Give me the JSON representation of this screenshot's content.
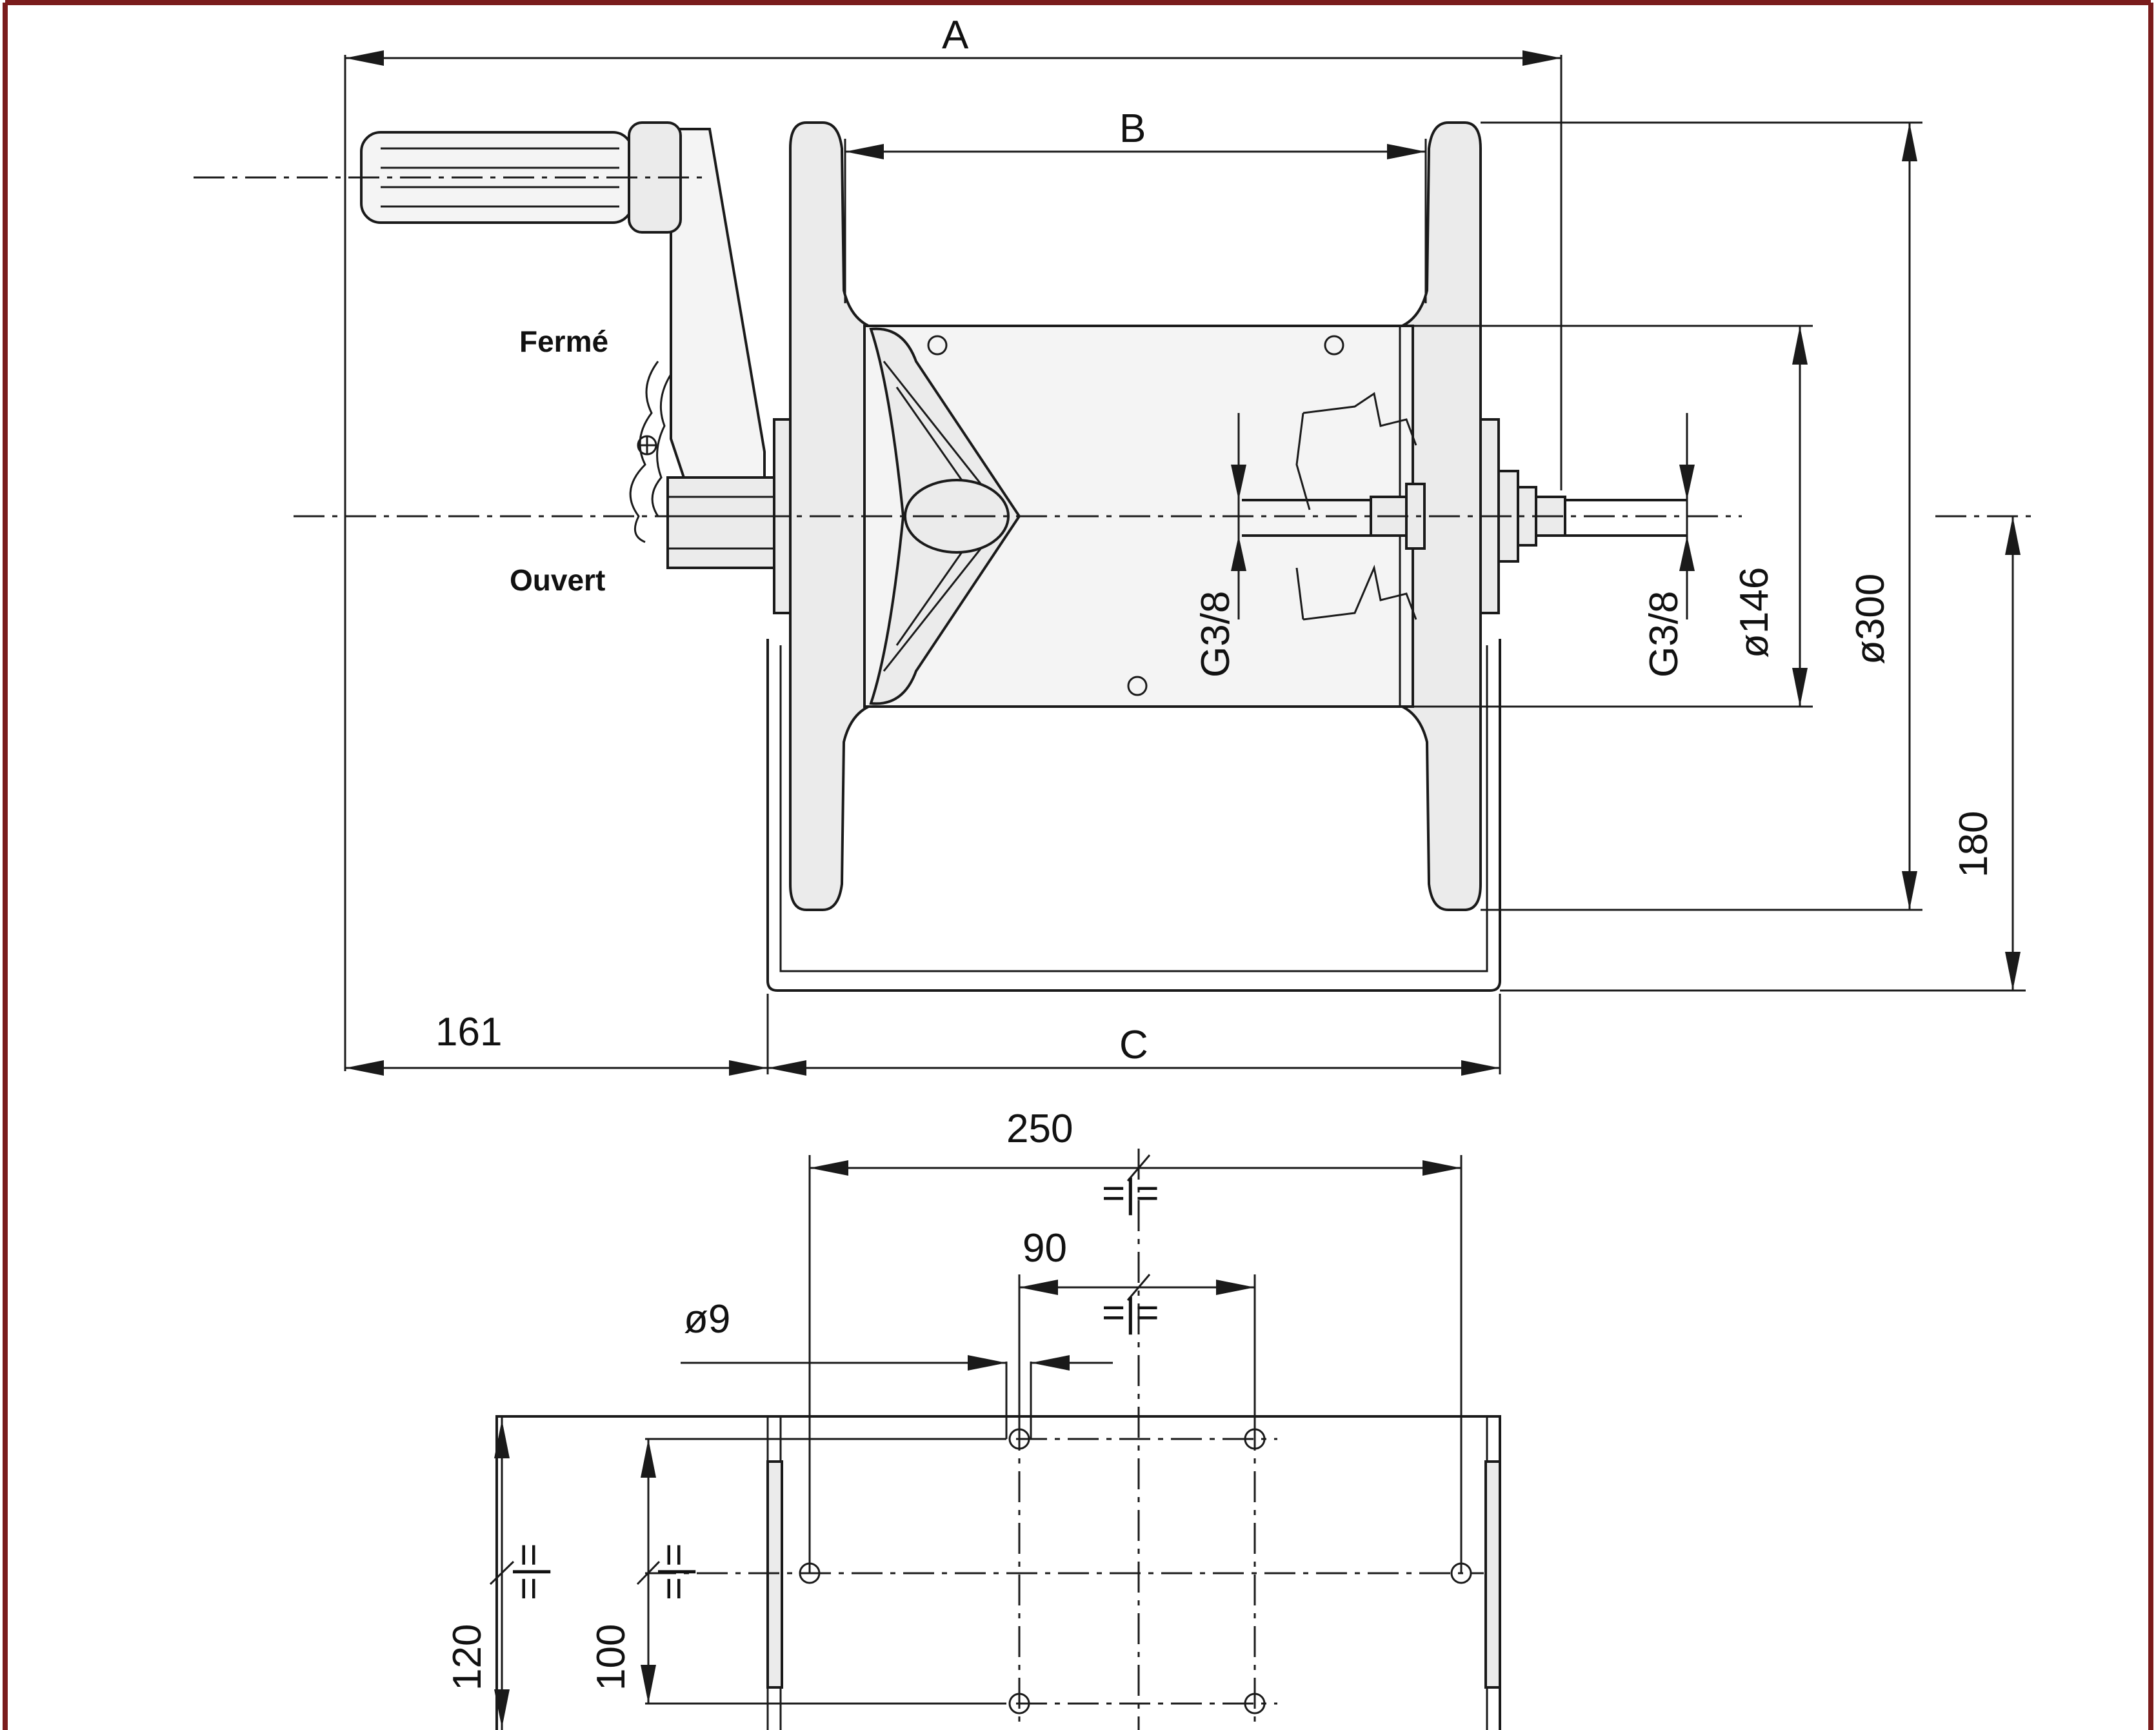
{
  "labels": {
    "closed": "Fermé",
    "open": "Ouvert"
  },
  "dimensions": {
    "A": "A",
    "B": "B",
    "C": "C",
    "handle_offset": "161",
    "thread_left": "G3/8",
    "thread_right": "G3/8",
    "drum_diameter": "ø146",
    "flange_diameter": "ø300",
    "axis_height": "180",
    "base_hole_spacing_long": "250",
    "base_hole_spacing_short": "90",
    "hole_diameter": "ø9",
    "base_depth": "120",
    "hole_row_spacing": "100",
    "symmetry_mark": "=|="
  },
  "colors": {
    "line": "#1a1a1a",
    "part_fill": "#ebebeb",
    "background": "#ffffff",
    "frame": "#7a1c1c"
  }
}
